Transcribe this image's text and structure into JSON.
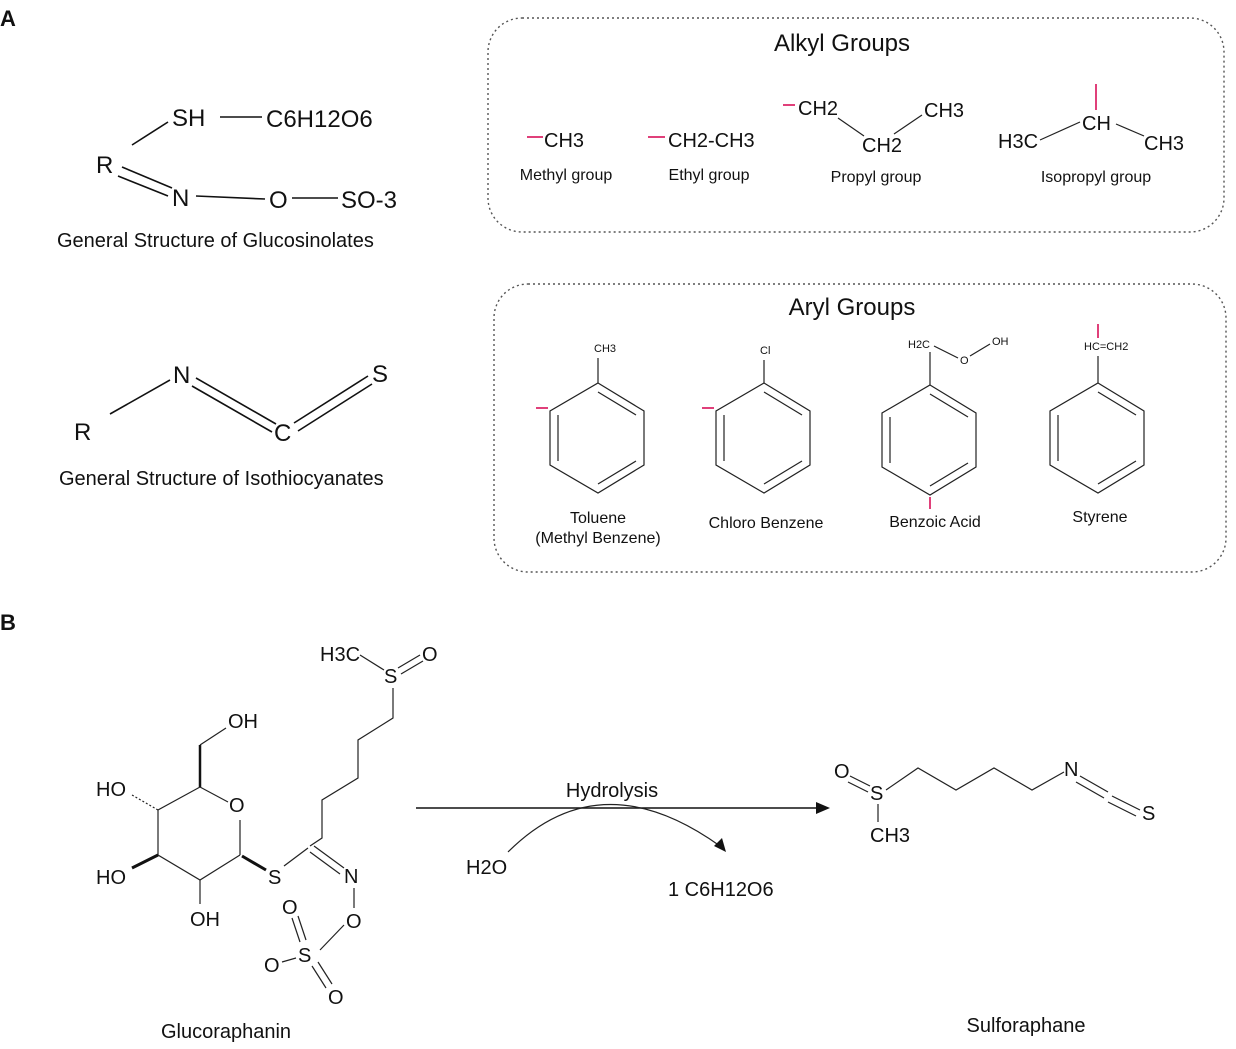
{
  "panels": {
    "a": "A",
    "b": "B"
  },
  "glucosinolate": {
    "r": "R",
    "sh": "SH",
    "c6h12o6": "C6H12O6",
    "n": "N",
    "o": "O",
    "so3": "SO-3",
    "caption": "General Structure of Glucosinolates"
  },
  "isothiocyanate": {
    "r": "R",
    "n": "N",
    "c": "C",
    "s": "S",
    "caption": "General Structure of Isothiocyanates"
  },
  "alkyl": {
    "title": "Alkyl Groups",
    "methyl": {
      "formula": "CH3",
      "label": "Methyl group"
    },
    "ethyl": {
      "formula": "CH2-CH3",
      "label": "Ethyl group"
    },
    "propyl": {
      "ch2a": "CH2",
      "ch2b": "CH2",
      "ch3": "CH3",
      "label": "Propyl group"
    },
    "isopropyl": {
      "h3c": "H3C",
      "ch": "CH",
      "ch3": "CH3",
      "label": "Isopropyl group"
    }
  },
  "aryl": {
    "title": "Aryl Groups",
    "toluene": {
      "sub": "CH3",
      "label1": "Toluene",
      "label2": "(Methyl Benzene)"
    },
    "chlorobenzene": {
      "sub": "Cl",
      "label": "Chloro Benzene"
    },
    "benzoic": {
      "h2c": "H2C",
      "o": "O",
      "oh": "OH",
      "label": "Benzoic Acid"
    },
    "styrene": {
      "sub": "HC=CH2",
      "label": "Styrene"
    }
  },
  "glucoraphanin": {
    "name": "Glucoraphanin",
    "h3c": "H3C",
    "s_top": "S",
    "o_top": "O",
    "oh1": "OH",
    "ho1": "HO",
    "ring_o": "O",
    "ho2": "HO",
    "oh2": "OH",
    "s_link": "S",
    "n": "N",
    "o_n": "O",
    "o_s1": "O",
    "s_sulf": "S",
    "o_s2": "O",
    "o_s3": "O"
  },
  "reaction": {
    "label": "Hydrolysis",
    "water": "H2O",
    "byproduct": "1 C6H12O6"
  },
  "sulforaphane": {
    "name": "Sulforaphane",
    "o": "O",
    "s": "S",
    "ch3": "CH3",
    "n": "N",
    "s_end": "S"
  }
}
